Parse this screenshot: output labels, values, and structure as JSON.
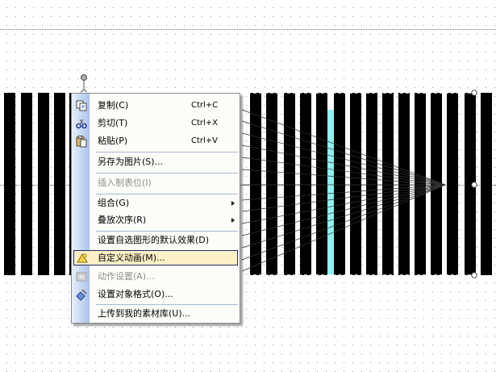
{
  "menu": {
    "items": [
      {
        "label": "复制(C)",
        "shortcut": "Ctrl+C",
        "icon": "copy-icon"
      },
      {
        "label": "剪切(T)",
        "shortcut": "Ctrl+X",
        "icon": "cut-icon"
      },
      {
        "label": "粘贴(P)",
        "shortcut": "Ctrl+V",
        "icon": "paste-icon"
      },
      {
        "label": "另存为图片(S)..."
      },
      {
        "label": "插入制表位(I)",
        "disabled": true
      },
      {
        "label": "组合(G)",
        "submenu": true
      },
      {
        "label": "叠放次序(R)",
        "submenu": true
      },
      {
        "label": "设置自选图形的默认效果(D)"
      },
      {
        "label": "自定义动画(M)...",
        "icon": "custom-animation-icon",
        "highlighted": true
      },
      {
        "label": "动作设置(A)...",
        "icon": "action-settings-icon",
        "disabled": true
      },
      {
        "label": "设置对象格式(O)...",
        "icon": "format-object-icon"
      },
      {
        "label": "上传到我的素材库(U)..."
      }
    ]
  },
  "colors": {
    "stripe": "#000000",
    "selection_fill": "#8ef0ef",
    "highlight_bg": "#fff1c6",
    "highlight_border": "#1d2a6b",
    "menu_strip": "#a9c4ea"
  }
}
